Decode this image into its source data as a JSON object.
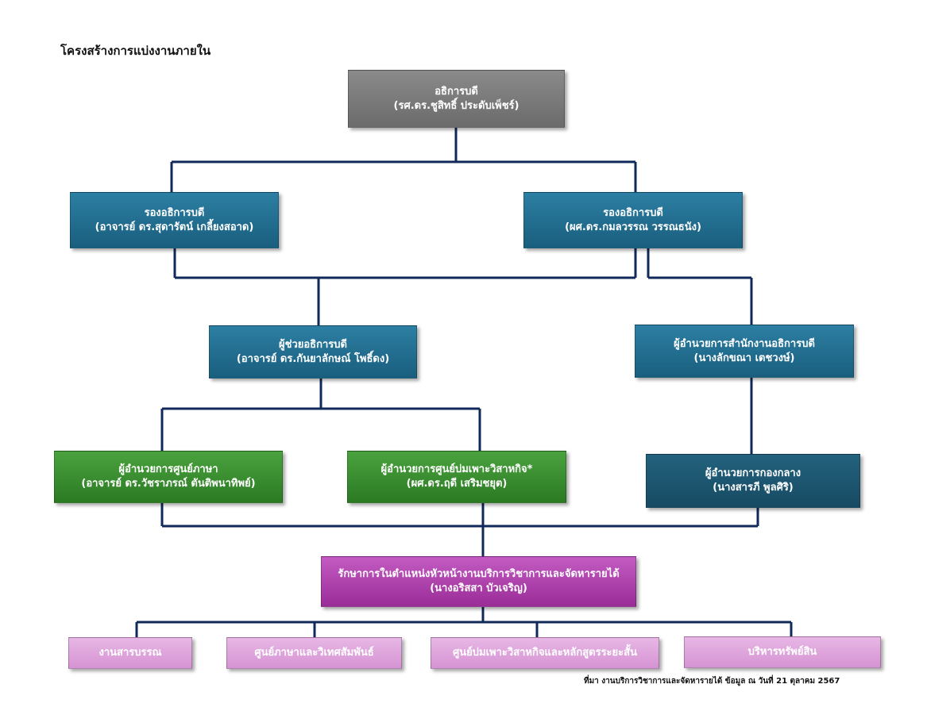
{
  "title": "โครงสร้างการแบ่งงานภายใน",
  "nodes": {
    "president": {
      "role": "อธิการบดี",
      "name": "(รศ.ดร.ชูสิทธิ์ ประดับเพ็ชร์)"
    },
    "vp1": {
      "role": "รองอธิการบดี",
      "name": "(อาจารย์ ดร.สุดารัตน์ เกลี้ยงสอาด)"
    },
    "vp2": {
      "role": "รองอธิการบดี",
      "name": "(ผศ.ดร.กมลวรรณ  วรรณธนัง)"
    },
    "assistant": {
      "role": "ผู้ช่วยอธิการบดี",
      "name": "(อาจารย์ ดร.กันยาลักษณ์  โพธิ์ดง)"
    },
    "office_director": {
      "role": "ผู้อำนวยการสำนักงานอธิการบดี",
      "name": "(นางลักขณา  เตชวงษ์)"
    },
    "language_center": {
      "role": "ผู้อำนวยการศูนย์ภาษา",
      "name": "(อาจารย์ ดร.วัชราภรณ์ ตันติพนาทิพย์)"
    },
    "incubation_center": {
      "role": "ผู้อำนวยการศูนย์บ่มเพาะวิสาหกิจ*",
      "name": "(ผศ.ดร.ฤดี  เสริมชยุต)"
    },
    "central_division": {
      "role": "ผู้อำนวยการกองกลาง",
      "name": "(นางสารภี พูลศิริ)"
    },
    "acting_head": {
      "role": "รักษาการในตำแหน่งหัวหน้างานบริการวิชาการและจัดหารายได้",
      "name": "(นางอริสสา บัวเจริญ)"
    },
    "units": [
      "งานสารบรรณ",
      "ศูนย์ภาษาและวิเทศสัมพันธ์",
      "ศูนย์บ่มเพาะวิสาหกิจและหลักสูตรระยะสั้น",
      "บริหารทรัพย์สิน"
    ]
  },
  "source_note": "ที่มา งานบริการวิชาการและจัดหารายได้  ข้อมูล ณ วันที่ 21 ตุลาคม 2567",
  "colors": {
    "connector": "#0f2a5a",
    "executive": "#7a7a7a",
    "vice": "#236f92",
    "division": "#1d5470",
    "center": "#3a8f30",
    "acting": "#b246b0",
    "unit": "#dfa6dc"
  }
}
